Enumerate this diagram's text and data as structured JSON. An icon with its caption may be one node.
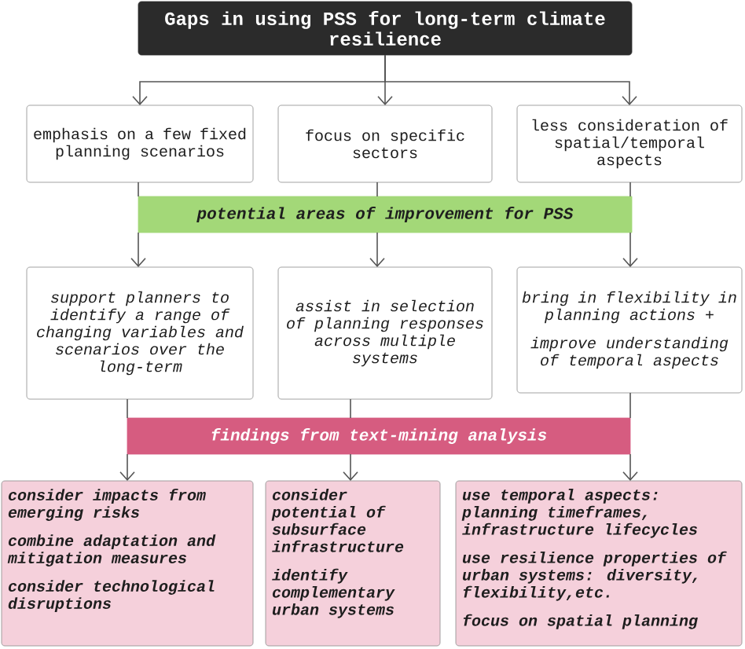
{
  "diagram": {
    "nodes": [
      {
        "text": [
          "Gaps in using PSS for long-term climate resilience"
        ]
      },
      {
        "text": [
          "emphasis on a few fixed planning scenarios"
        ]
      },
      {
        "text": [
          "focus on specific sectors"
        ]
      },
      {
        "text": [
          "less consideration of spatial/temporal aspects"
        ]
      },
      {
        "text": [
          "potential areas of improvement for PSS"
        ]
      },
      {
        "text": [
          "support planners to identify a range of changing variables and scenarios over the long-term"
        ]
      },
      {
        "text": [
          "assist in selection of planning responses across multiple systems"
        ]
      },
      {
        "text": [
          "bring in flexibility in planning actions +",
          "improve understanding of temporal aspects"
        ]
      },
      {
        "text": [
          "findings from text-mining analysis"
        ]
      },
      {
        "text": [
          "consider impacts from emerging risks",
          "combine adaptation and mitigation measures",
          "consider technological disruptions"
        ]
      },
      {
        "text": [
          "consider potential of subsurface infrastructure",
          "identify complementary urban systems"
        ]
      },
      {
        "text": [
          "use temporal aspects: planning timeframes, infrastructure lifecycles",
          "use resilience properties of urban systems: diversity, flexibility,etc.",
          "focus on spatial planning"
        ]
      }
    ],
    "edges": [
      {
        "from": 0,
        "to": 1,
        "arrow": "to"
      },
      {
        "from": 0,
        "to": 2,
        "arrow": "to"
      },
      {
        "from": 0,
        "to": 3,
        "arrow": "to"
      },
      {
        "from": 1,
        "to": 4,
        "arrow": "none"
      },
      {
        "from": 2,
        "to": 4,
        "arrow": "none"
      },
      {
        "from": 3,
        "to": 4,
        "arrow": "none"
      },
      {
        "from": 4,
        "to": 5,
        "arrow": "to"
      },
      {
        "from": 4,
        "to": 6,
        "arrow": "to"
      },
      {
        "from": 4,
        "to": 7,
        "arrow": "to"
      },
      {
        "from": 5,
        "to": 8,
        "arrow": "none"
      },
      {
        "from": 6,
        "to": 8,
        "arrow": "none"
      },
      {
        "from": 7,
        "to": 8,
        "arrow": "none"
      },
      {
        "from": 8,
        "to": 9,
        "arrow": "to"
      },
      {
        "from": 8,
        "to": 10,
        "arrow": "to"
      },
      {
        "from": 8,
        "to": 11,
        "arrow": "to"
      }
    ]
  }
}
